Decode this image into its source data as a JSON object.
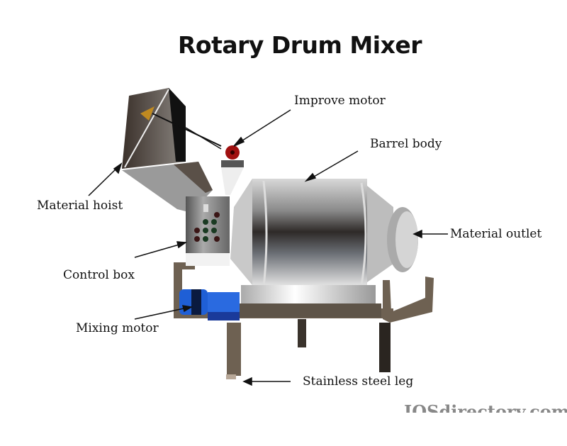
{
  "title": "Rotary Drum Mixer",
  "labels": {
    "improve_motor": "Improve motor",
    "barrel_body": "Barrel body",
    "material_hoist": "Material hoist",
    "material_outlet": "Material outlet",
    "control_box": "Control box",
    "mixing_motor": "Mixing motor",
    "stainless_steel_leg": "Stainless steel leg"
  },
  "watermark": "IQSdirectory.com",
  "colors": {
    "frame": "#6e6152",
    "drum": "#8a8a8a",
    "motor": "#1f5fd6",
    "improve_motor": "#b01010"
  }
}
